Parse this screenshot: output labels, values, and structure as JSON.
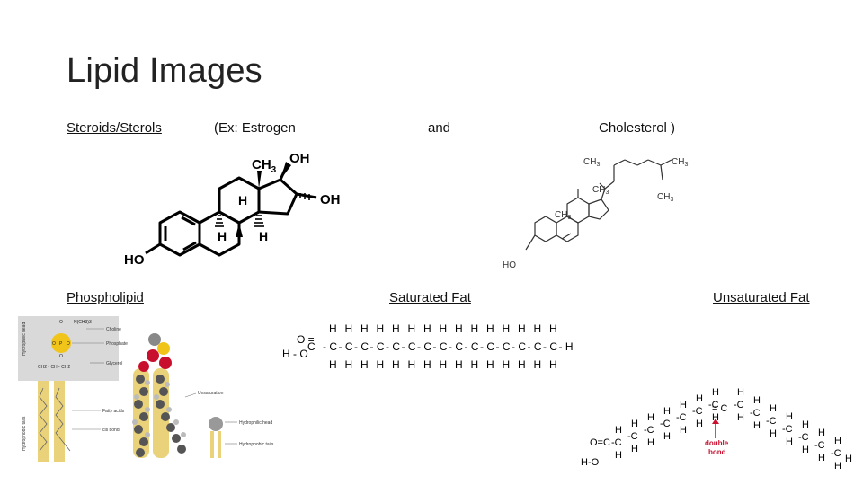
{
  "slide": {
    "title": "Lipid Images",
    "steroids_label": "Steroids/Sterols",
    "example_label": "(Ex: Estrogen",
    "and_label": "and",
    "cholesterol_label": "Cholesterol )",
    "phospholipid_label": "Phospholipid",
    "saturated_label": "Saturated Fat",
    "unsaturated_label": "Unsaturated Fat"
  },
  "estrogen": {
    "ch3": "CH",
    "sub3": "3",
    "oh_top": "OH",
    "oh_right": "OH",
    "ho": "HO",
    "h": "H"
  },
  "cholesterol": {
    "ch3": "CH",
    "sub3": "3",
    "ho": "HO"
  },
  "phospholipid": {
    "head_axis": "Hydrophilic head",
    "tail_axis": "Hydrophobic tails",
    "choline": "Choline",
    "phosphate": "Phosphate",
    "glycerol": "Glycerol",
    "fatty_acids": "Fatty acids",
    "cis_bond": "cis bond",
    "unsaturation": "Unsaturation",
    "hydrophilic_head": "Hydrophilic head",
    "hydrophobic_tails": "Hydrophobic tails"
  },
  "saturated": {
    "h": "H",
    "c": "C",
    "o": "O",
    "ho": "H - O"
  },
  "unsaturated": {
    "h": "H",
    "c": "C",
    "double_bond_1": "double",
    "double_bond_2": "bond"
  },
  "colors": {
    "red": "#c8102e",
    "tail": "#e9d27a",
    "panel": "#d9d9d9"
  }
}
